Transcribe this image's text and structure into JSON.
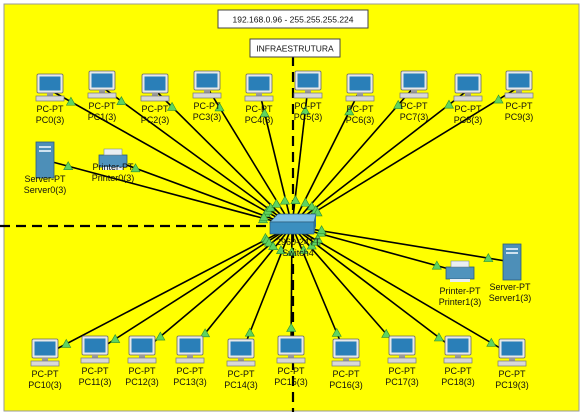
{
  "canvas": {
    "background": "#ffff00",
    "border": "#999999"
  },
  "colors": {
    "link": "#000000",
    "port": "#5fd35f",
    "switch": "#3b8fbf",
    "monitor": "#2a7fb8"
  },
  "notes": {
    "subnet": "192.168.0.96 - 255.255.255.224",
    "zone": "INFRAESTRUTURA"
  },
  "switch": {
    "type": "2960-24TT",
    "name": "Switch4",
    "icon": "switch-icon"
  },
  "devices": [
    {
      "id": "pc0",
      "type": "PC-PT",
      "name": "PC0(3)",
      "icon": "pc-icon"
    },
    {
      "id": "pc1",
      "type": "PC-PT",
      "name": "PC1(3)",
      "icon": "pc-icon"
    },
    {
      "id": "pc2",
      "type": "PC-PT",
      "name": "PC2(3)",
      "icon": "pc-icon"
    },
    {
      "id": "pc3",
      "type": "PC-PT",
      "name": "PC3(3)",
      "icon": "pc-icon"
    },
    {
      "id": "pc4",
      "type": "PC-PT",
      "name": "PC4(3)",
      "icon": "pc-icon"
    },
    {
      "id": "pc5",
      "type": "PC-PT",
      "name": "PC5(3)",
      "icon": "pc-icon"
    },
    {
      "id": "pc6",
      "type": "PC-PT",
      "name": "PC6(3)",
      "icon": "pc-icon"
    },
    {
      "id": "pc7",
      "type": "PC-PT",
      "name": "PC7(3)",
      "icon": "pc-icon"
    },
    {
      "id": "pc8",
      "type": "PC-PT",
      "name": "PC8(3)",
      "icon": "pc-icon"
    },
    {
      "id": "pc9",
      "type": "PC-PT",
      "name": "PC9(3)",
      "icon": "pc-icon"
    },
    {
      "id": "server0",
      "type": "Server-PT",
      "name": "Server0(3)",
      "icon": "server-icon"
    },
    {
      "id": "printer0",
      "type": "Printer-PT",
      "name": "Printer0(3)",
      "icon": "printer-icon"
    },
    {
      "id": "printer1",
      "type": "Printer-PT",
      "name": "Printer1(3)",
      "icon": "printer-icon"
    },
    {
      "id": "server1",
      "type": "Server-PT",
      "name": "Server1(3)",
      "icon": "server-icon"
    },
    {
      "id": "pc10",
      "type": "PC-PT",
      "name": "PC10(3)",
      "icon": "pc-icon"
    },
    {
      "id": "pc11",
      "type": "PC-PT",
      "name": "PC11(3)",
      "icon": "pc-icon"
    },
    {
      "id": "pc12",
      "type": "PC-PT",
      "name": "PC12(3)",
      "icon": "pc-icon"
    },
    {
      "id": "pc13",
      "type": "PC-PT",
      "name": "PC13(3)",
      "icon": "pc-icon"
    },
    {
      "id": "pc14",
      "type": "PC-PT",
      "name": "PC14(3)",
      "icon": "pc-icon"
    },
    {
      "id": "pc15",
      "type": "PC-PT",
      "name": "PC15(3)",
      "icon": "pc-icon"
    },
    {
      "id": "pc16",
      "type": "PC-PT",
      "name": "PC16(3)",
      "icon": "pc-icon"
    },
    {
      "id": "pc17",
      "type": "PC-PT",
      "name": "PC17(3)",
      "icon": "pc-icon"
    },
    {
      "id": "pc18",
      "type": "PC-PT",
      "name": "PC18(3)",
      "icon": "pc-icon"
    },
    {
      "id": "pc19",
      "type": "PC-PT",
      "name": "PC19(3)",
      "icon": "pc-icon"
    }
  ]
}
